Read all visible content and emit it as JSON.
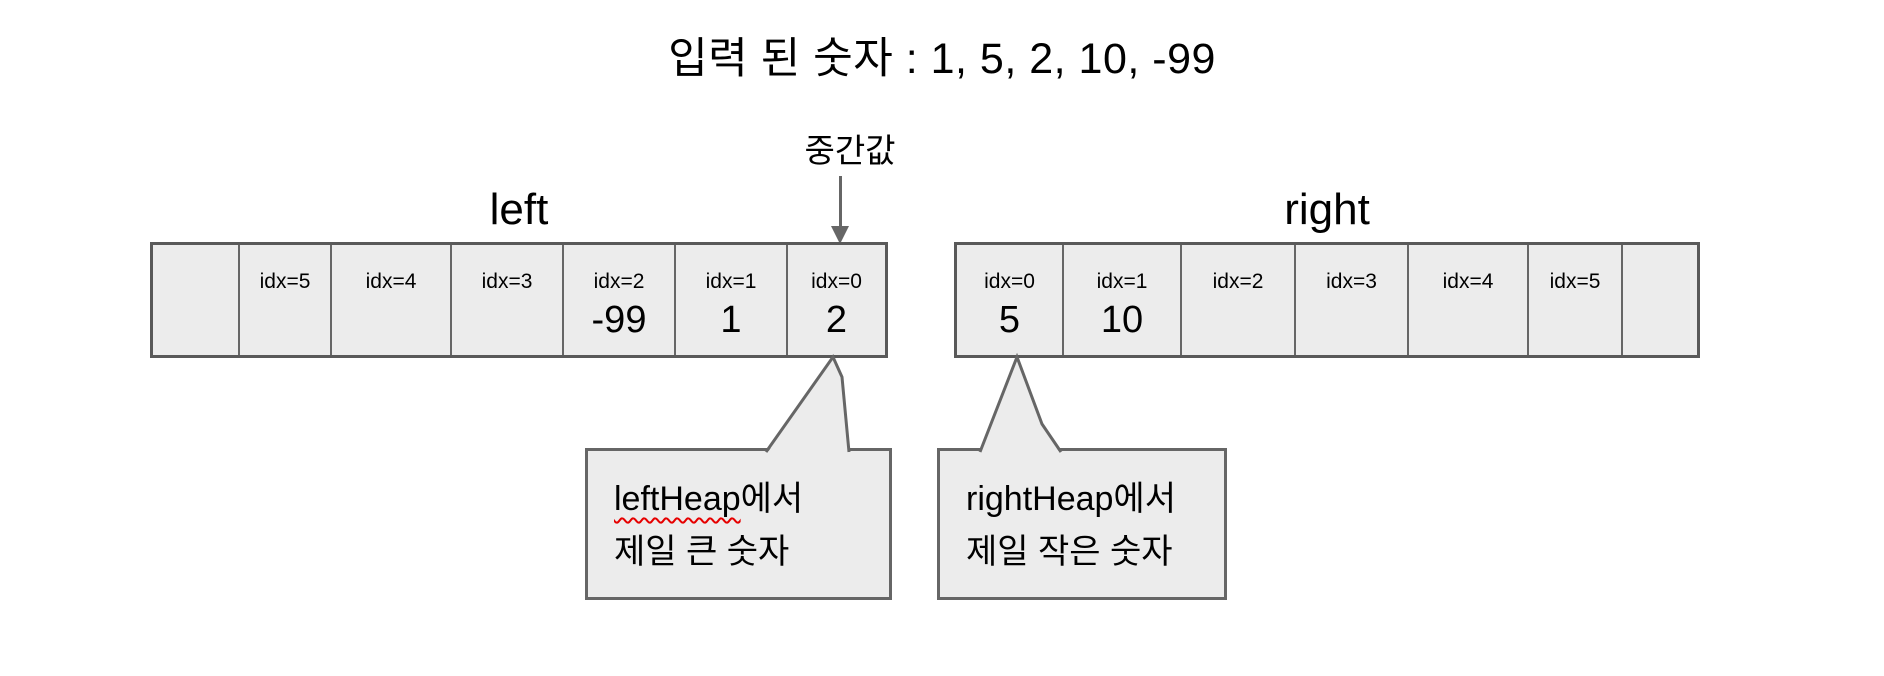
{
  "title": "입력 된 숫자 : 1, 5, 2, 10, -99",
  "median": {
    "label": "중간값"
  },
  "heaps": {
    "left": {
      "heading": "left",
      "cells": [
        {
          "idx": "",
          "value": ""
        },
        {
          "idx": "idx=5",
          "value": ""
        },
        {
          "idx": "idx=4",
          "value": ""
        },
        {
          "idx": "idx=3",
          "value": ""
        },
        {
          "idx": "idx=2",
          "value": "-99"
        },
        {
          "idx": "idx=1",
          "value": "1"
        },
        {
          "idx": "idx=0",
          "value": "2"
        }
      ],
      "bubble": {
        "term": "leftHeap",
        "suffix": "에서",
        "line2": "제일 큰 숫자"
      }
    },
    "right": {
      "heading": "right",
      "cells": [
        {
          "idx": "idx=0",
          "value": "5"
        },
        {
          "idx": "idx=1",
          "value": "10"
        },
        {
          "idx": "idx=2",
          "value": ""
        },
        {
          "idx": "idx=3",
          "value": ""
        },
        {
          "idx": "idx=4",
          "value": ""
        },
        {
          "idx": "idx=5",
          "value": ""
        },
        {
          "idx": "",
          "value": ""
        }
      ],
      "bubble": {
        "term": "rightHeap",
        "suffix": "에서",
        "line2": "제일 작은 숫자"
      }
    }
  },
  "colors": {
    "cell_fill": "#ececec",
    "inner_border": "#666666",
    "outer_border": "#595959",
    "arrow": "#666666",
    "spellcheck_squiggle": "#e60000"
  }
}
